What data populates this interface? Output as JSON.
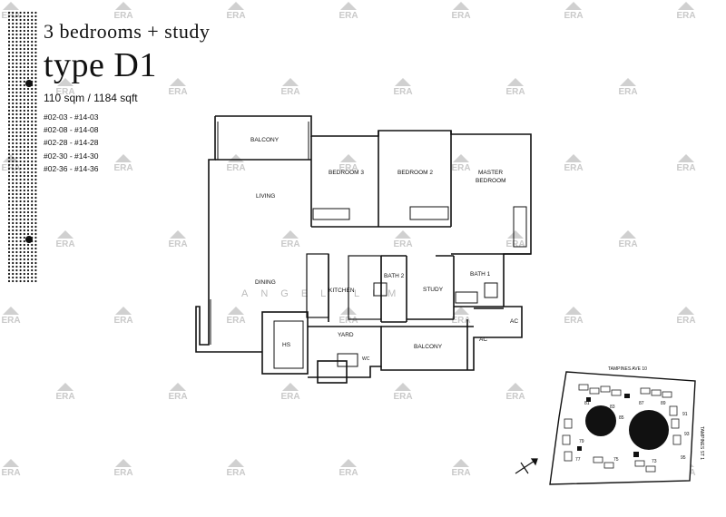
{
  "header": {
    "subtitle": "3 bedrooms + study",
    "type_title": "type D1",
    "area": "110 sqm / 1184 sqft",
    "units": [
      "#02-03 - #14-03",
      "#02-08 - #14-08",
      "#02-28 - #14-28",
      "#02-30 - #14-30",
      "#02-36 - #14-36"
    ]
  },
  "rooms": {
    "balcony_top": "BALCONY",
    "bedroom3": "BEDROOM 3",
    "bedroom2": "BEDROOM 2",
    "master1": "MASTER",
    "master2": "BEDROOM",
    "living": "LIVING",
    "dining": "DINING",
    "kitchen": "KITCHEN",
    "bath2": "BATH 2",
    "study": "STUDY",
    "bath1": "BATH 1",
    "ac1": "AC",
    "ac2": "AC",
    "hs": "HS",
    "yard": "YARD",
    "wc": "WC",
    "balcony_bottom": "BALCONY"
  },
  "site_plan": {
    "road_top": "TAMPINES AVE 10",
    "road_right": "TAMPINES ST 1",
    "blocks": [
      "81",
      "83",
      "85",
      "87",
      "89",
      "91",
      "93",
      "95",
      "73",
      "75",
      "77",
      "79"
    ]
  },
  "watermark": {
    "brand": "ERA",
    "faint_text": "ANGEL LIM"
  },
  "colors": {
    "ink": "#111111",
    "watermark": "#c9c9c9"
  }
}
